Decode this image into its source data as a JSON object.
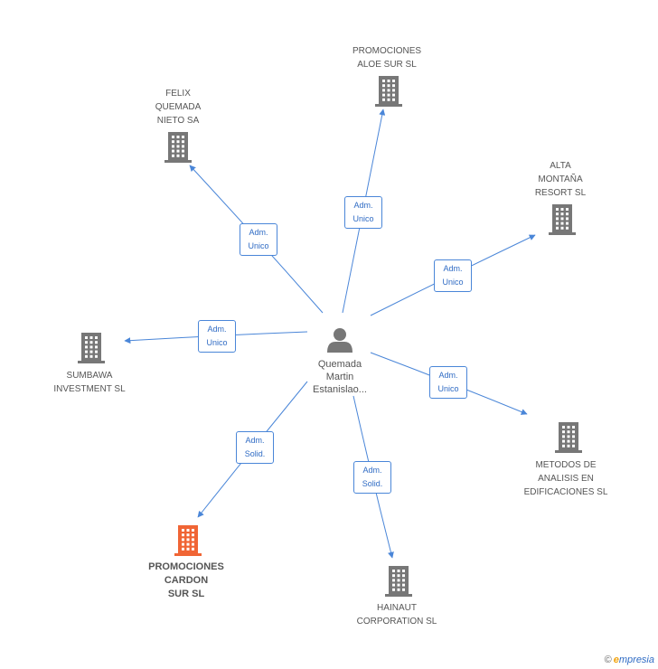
{
  "center": {
    "name": "Quemada\nMartin\nEstanislao..."
  },
  "nodes": [
    {
      "id": "felix",
      "label": "FELIX\nQUEMADA\nNIETO SA",
      "highlight": false
    },
    {
      "id": "aloe",
      "label": "PROMOCIONES\nALOE SUR SL",
      "highlight": false
    },
    {
      "id": "alta",
      "label": "ALTA\nMONTAÑA\nRESORT SL",
      "highlight": false
    },
    {
      "id": "sumbawa",
      "label": "SUMBAWA\nINVESTMENT SL",
      "highlight": false
    },
    {
      "id": "metodos",
      "label": "METODOS DE\nANALISIS EN\nEDIFICACIONES SL",
      "highlight": false
    },
    {
      "id": "cardon",
      "label": "PROMOCIONES\nCARDON\nSUR SL",
      "highlight": true
    },
    {
      "id": "hainaut",
      "label": "HAINAUT\nCORPORATION SL",
      "highlight": false
    }
  ],
  "relations": [
    {
      "target": "felix",
      "label": "Adm.\nUnico"
    },
    {
      "target": "aloe",
      "label": "Adm.\nUnico"
    },
    {
      "target": "alta",
      "label": "Adm.\nUnico"
    },
    {
      "target": "sumbawa",
      "label": "Adm.\nUnico"
    },
    {
      "target": "metodos",
      "label": "Adm.\nUnico"
    },
    {
      "target": "cardon",
      "label": "Adm.\nSolid."
    },
    {
      "target": "hainaut",
      "label": "Adm.\nSolid."
    }
  ],
  "colors": {
    "edge": "#4a86d8",
    "building": "#777777",
    "building_highlight": "#f06535",
    "person": "#777777"
  },
  "brand": {
    "copyright": "©",
    "e": "e",
    "rest": "mpresia"
  }
}
